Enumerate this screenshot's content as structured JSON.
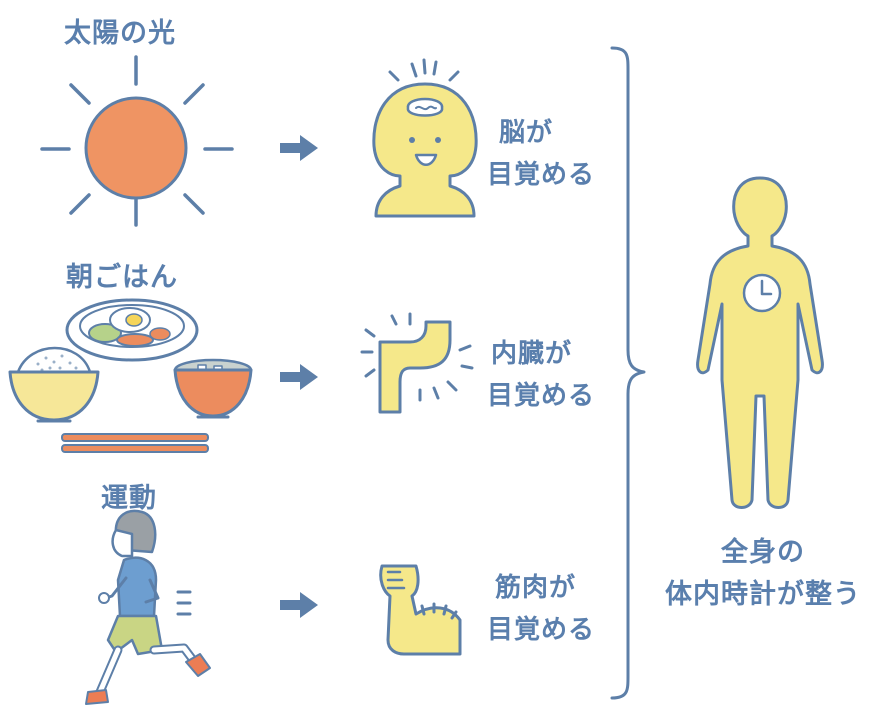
{
  "sources": [
    {
      "label": "太陽の光",
      "icon": "sun-icon"
    },
    {
      "label": "朝ごはん",
      "icon": "breakfast-icon"
    },
    {
      "label": "運動",
      "icon": "runner-icon"
    }
  ],
  "effects": [
    {
      "line1": "脳が",
      "line2": "目覚める",
      "icon": "brain-face-icon"
    },
    {
      "line1": "内臓が",
      "line2": "目覚める",
      "icon": "intestine-icon"
    },
    {
      "line1": "筋肉が",
      "line2": "目覚める",
      "icon": "muscle-arm-icon"
    }
  ],
  "result": {
    "line1": "全身の",
    "line2": "体内時計が整う",
    "icon": "body-clock-icon"
  },
  "colors": {
    "outline": "#5d7fa8",
    "figure_fill": "#f5e88a",
    "sun": "#ef9463",
    "bowl": "#f6e798",
    "soup_bowl": "#ec8c5e",
    "shirt": "#6d9ed0",
    "shorts": "#c9d584",
    "shoes": "#ec7d54"
  }
}
